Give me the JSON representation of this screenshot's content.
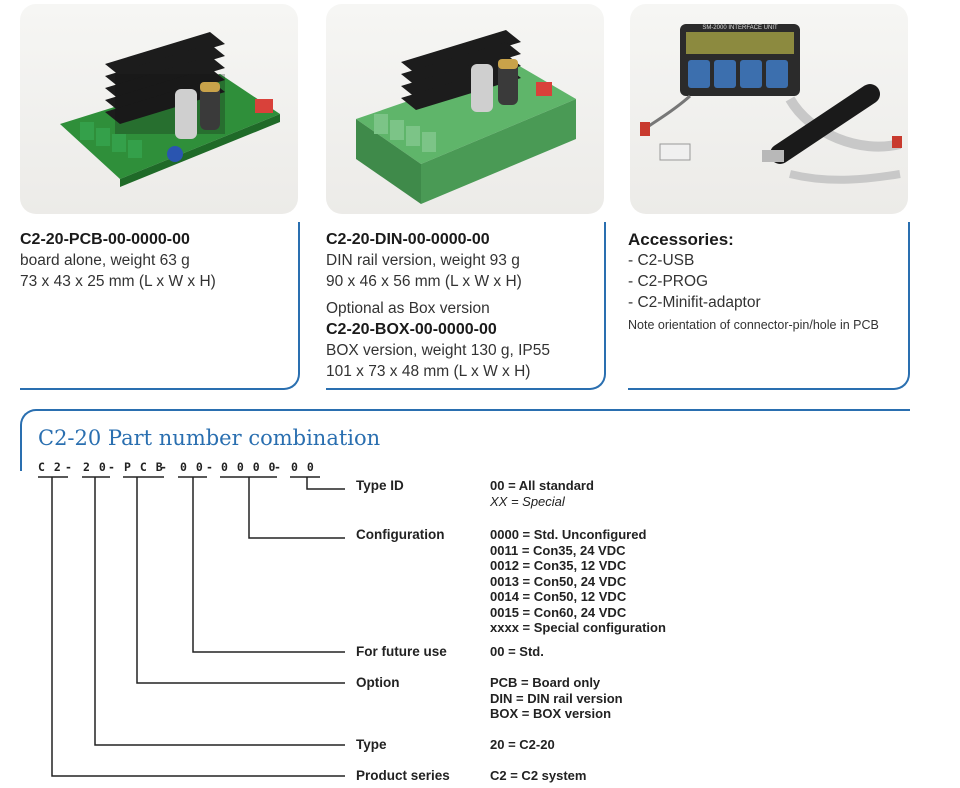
{
  "products": [
    {
      "part_number": "C2-20-PCB-00-0000-00",
      "lines": [
        "board alone, weight 63 g",
        "73 x 43 x 25 mm (L x W x H)"
      ]
    },
    {
      "part_number": "C2-20-DIN-00-0000-00",
      "lines": [
        "DIN rail version, weight 93 g",
        "90 x 46 x 56 mm (L x W x H)"
      ],
      "optional_label": "Optional as Box version",
      "alt_part_number": "C2-20-BOX-00-0000-00",
      "alt_lines": [
        "BOX version, weight 130 g, IP55",
        "101 x 73 x 48 mm (L x W x H)"
      ]
    }
  ],
  "accessories": {
    "title": "Accessories:",
    "items": [
      "- C2-USB",
      "- C2-PROG",
      "- C2-Minifit-adaptor"
    ],
    "note": "Note orientation of connector-pin/hole in PCB"
  },
  "interface_unit_text": "SM-2000 INTERFACE UNIT",
  "section_title": "C2-20 Part number combination",
  "code_segments": [
    "C2",
    "20",
    "PCB",
    "00",
    "0000",
    "00"
  ],
  "code_separators": [
    "-",
    "-",
    "-",
    "-",
    "-"
  ],
  "fields": [
    {
      "label": "Type ID",
      "values": [
        "00 = All standard"
      ],
      "italic_values": [
        "XX = Special"
      ]
    },
    {
      "label": "Configuration",
      "values": [
        "0000 = Std. Unconfigured",
        "0011 = Con35, 24 VDC",
        "0012 = Con35, 12 VDC",
        "0013 = Con50, 24 VDC",
        "0014 = Con50, 12 VDC",
        "0015 = Con60, 24 VDC",
        "xxxx = Special configuration"
      ]
    },
    {
      "label": "For future use",
      "values": [
        "00 = Std."
      ]
    },
    {
      "label": "Option",
      "values": [
        "PCB = Board only",
        "DIN = DIN rail version",
        "BOX = BOX version"
      ]
    },
    {
      "label": "Type",
      "values": [
        "20 = C2-20"
      ]
    },
    {
      "label": "Product series",
      "values": [
        "C2 = C2 system"
      ]
    }
  ],
  "colors": {
    "accent": "#2a6fb0",
    "pcb_green": "#2f8f3a",
    "din_green": "#5fb56a"
  }
}
